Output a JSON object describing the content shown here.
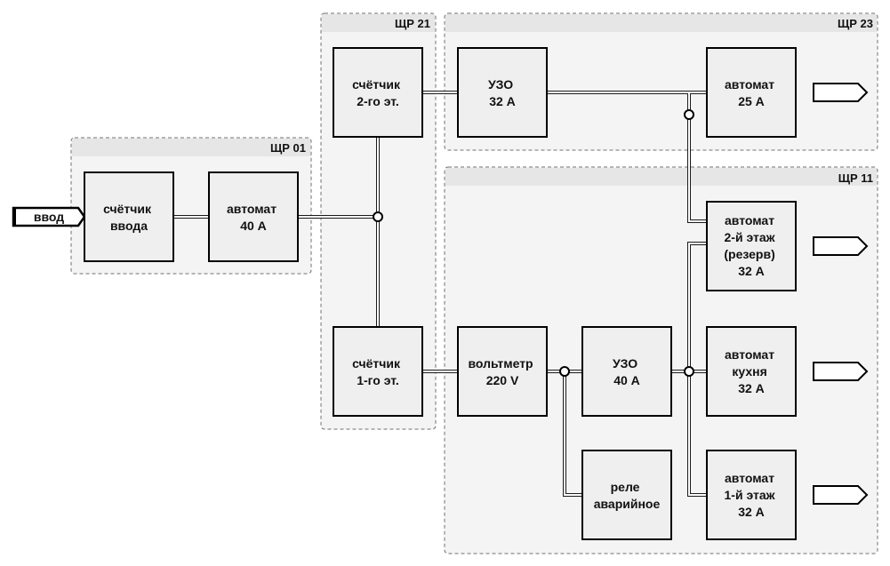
{
  "panels": {
    "shr01": "ЩР 01",
    "shr21": "ЩР 21",
    "shr23": "ЩР 23",
    "shr11": "ЩР 11"
  },
  "input_label": "ввод",
  "devices": {
    "meter_input": [
      "счётчик",
      "ввода"
    ],
    "breaker_40": [
      "автомат",
      "40 A"
    ],
    "meter_floor2": [
      "счётчик",
      "2-го эт."
    ],
    "meter_floor1": [
      "счётчик",
      "1-го эт."
    ],
    "rcd_32": [
      "УЗО",
      "32 A"
    ],
    "breaker_25": [
      "автомат",
      "25 A"
    ],
    "voltmeter": [
      "вольтметр",
      "220 V"
    ],
    "rcd_40": [
      "УЗО",
      "40 A"
    ],
    "relay": [
      "реле",
      "аварийное"
    ],
    "breaker_floor2": [
      "автомат",
      "2-й этаж",
      "(резерв)",
      "32 A"
    ],
    "breaker_kitchen": [
      "автомат",
      "кухня",
      "32 A"
    ],
    "breaker_floor1": [
      "автомат",
      "1-й этаж",
      "32 A"
    ]
  }
}
